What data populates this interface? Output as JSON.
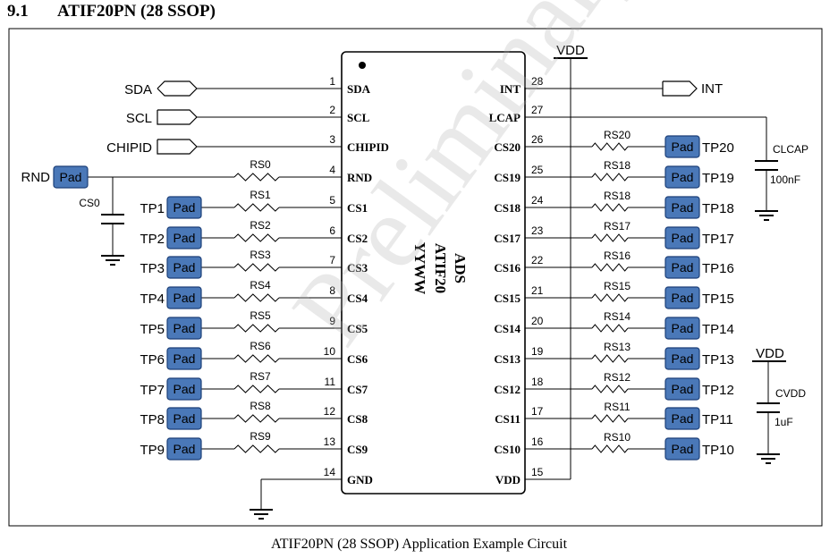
{
  "section": {
    "number": "9.1",
    "title": "ATIF20PN (28 SSOP)"
  },
  "caption": "ATIF20PN (28 SSOP) Application Example Circuit",
  "watermark": "Preliminary",
  "chip": {
    "marking": [
      "ADS",
      "ATIF20",
      "YYWW"
    ]
  },
  "pad_label": "Pad",
  "vdd_label": "VDD",
  "pins_left": [
    {
      "num": "1",
      "name": "SDA"
    },
    {
      "num": "2",
      "name": "SCL"
    },
    {
      "num": "3",
      "name": "CHIPID"
    },
    {
      "num": "4",
      "name": "RND"
    },
    {
      "num": "5",
      "name": "CS1"
    },
    {
      "num": "6",
      "name": "CS2"
    },
    {
      "num": "7",
      "name": "CS3"
    },
    {
      "num": "8",
      "name": "CS4"
    },
    {
      "num": "9",
      "name": "CS5"
    },
    {
      "num": "10",
      "name": "CS6"
    },
    {
      "num": "11",
      "name": "CS7"
    },
    {
      "num": "12",
      "name": "CS8"
    },
    {
      "num": "13",
      "name": "CS9"
    },
    {
      "num": "14",
      "name": "GND"
    }
  ],
  "pins_right": [
    {
      "num": "28",
      "name": "INT"
    },
    {
      "num": "27",
      "name": "LCAP"
    },
    {
      "num": "26",
      "name": "CS20"
    },
    {
      "num": "25",
      "name": "CS19"
    },
    {
      "num": "24",
      "name": "CS18"
    },
    {
      "num": "23",
      "name": "CS17"
    },
    {
      "num": "22",
      "name": "CS16"
    },
    {
      "num": "21",
      "name": "CS15"
    },
    {
      "num": "20",
      "name": "CS14"
    },
    {
      "num": "19",
      "name": "CS13"
    },
    {
      "num": "18",
      "name": "CS12"
    },
    {
      "num": "17",
      "name": "CS11"
    },
    {
      "num": "16",
      "name": "CS10"
    },
    {
      "num": "15",
      "name": "VDD"
    }
  ],
  "ports_left": [
    "SDA",
    "SCL",
    "CHIPID"
  ],
  "port_right": "INT",
  "rnd": {
    "label": "RND",
    "resistor": "RS0",
    "cap": "CS0"
  },
  "left_channels": [
    {
      "tp": "TP1",
      "res": "RS1"
    },
    {
      "tp": "TP2",
      "res": "RS2"
    },
    {
      "tp": "TP3",
      "res": "RS3"
    },
    {
      "tp": "TP4",
      "res": "RS4"
    },
    {
      "tp": "TP5",
      "res": "RS5"
    },
    {
      "tp": "TP6",
      "res": "RS6"
    },
    {
      "tp": "TP7",
      "res": "RS7"
    },
    {
      "tp": "TP8",
      "res": "RS8"
    },
    {
      "tp": "TP9",
      "res": "RS9"
    }
  ],
  "right_channels": [
    {
      "tp": "TP20",
      "res": "RS20"
    },
    {
      "tp": "TP19",
      "res": "RS18"
    },
    {
      "tp": "TP18",
      "res": "RS18"
    },
    {
      "tp": "TP17",
      "res": "RS17"
    },
    {
      "tp": "TP16",
      "res": "RS16"
    },
    {
      "tp": "TP15",
      "res": "RS15"
    },
    {
      "tp": "TP14",
      "res": "RS14"
    },
    {
      "tp": "TP13",
      "res": "RS13"
    },
    {
      "tp": "TP12",
      "res": "RS12"
    },
    {
      "tp": "TP11",
      "res": "RS11"
    },
    {
      "tp": "TP10",
      "res": "RS10"
    }
  ],
  "clcap": {
    "name": "CLCAP",
    "value": "100nF"
  },
  "cvdd": {
    "name": "CVDD",
    "value": "1uF"
  },
  "colors": {
    "pad_fill": "#4a78b8",
    "pad_stroke": "#1c3f78",
    "line": "#000000",
    "watermark": "#b0b0b0"
  }
}
